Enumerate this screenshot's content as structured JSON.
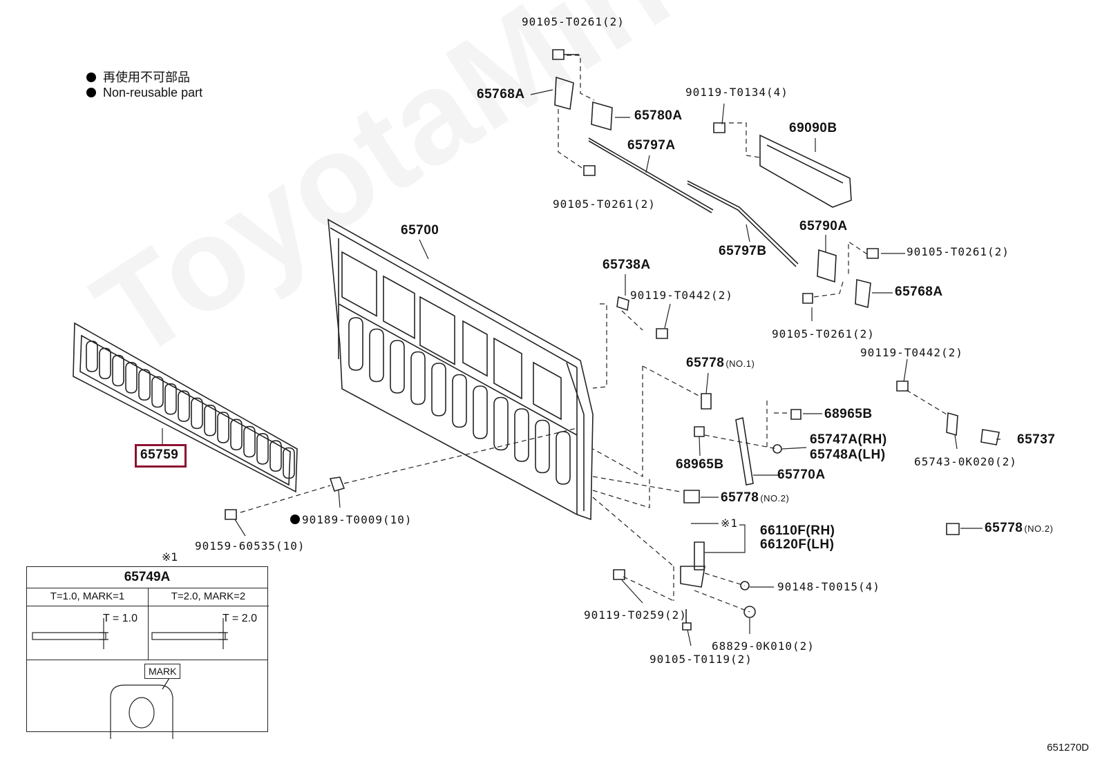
{
  "legend": {
    "line1": "再使用不可部品",
    "line2": "Non-reusable part"
  },
  "labels": {
    "p90105_top": "90105-T0261(2)",
    "p65768a_top": "65768A",
    "p65780a": "65780A",
    "p90119_t0134": "90119-T0134(4)",
    "p69090b": "69090B",
    "p65797a": "65797A",
    "p90105_mid": "90105-T0261(2)",
    "p65700": "65700",
    "p65790a": "65790A",
    "p65797b": "65797B",
    "p90105_right": "90105-T0261(2)",
    "p65738a": "65738A",
    "p90119_t0442_a": "90119-T0442(2)",
    "p65768a_right": "65768A",
    "p90105_low": "90105-T0261(2)",
    "p90119_t0442_b": "90119-T0442(2)",
    "p65778_no1": "65778",
    "p65778_no1_sfx": "(NO.1)",
    "p68965b_a": "68965B",
    "p65747a": "65747A(RH)",
    "p65748a": "65748A(LH)",
    "p68965b_b": "68965B",
    "p65770a": "65770A",
    "p65737": "65737",
    "p65743": "65743-0K020(2)",
    "p65759": "65759",
    "p65778_no2_a": "65778",
    "p65778_no2_a_sfx": "(NO.2)",
    "p65778_no2_b": "65778",
    "p65778_no2_b_sfx": "(NO.2)",
    "p90189": "90189-T0009(10)",
    "p90159": "90159-60535(10)",
    "p_note1": "※1",
    "p66110f": "66110F(RH)",
    "p66120f": "66120F(LH)",
    "p90148": "90148-T0015(4)",
    "p90119_t0259": "90119-T0259(2)",
    "p68829": "68829-0K010(2)",
    "p90105_t0119": "90105-T0119(2)"
  },
  "inset": {
    "note": "※1",
    "title": "65749A",
    "col1": "T=1.0, MARK=1",
    "col2": "T=2.0, MARK=2",
    "t1": "T = 1.0",
    "t2": "T = 2.0",
    "mark": "MARK"
  },
  "watermark": "ToyotaMine.ru",
  "ref_code": "651270D",
  "colors": {
    "highlight": "#8b1030",
    "line": "#222222"
  }
}
